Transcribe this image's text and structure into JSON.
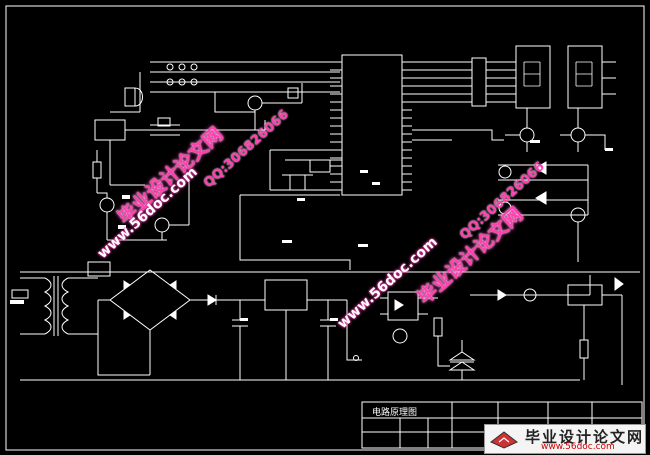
{
  "watermarks": {
    "brand_cn": "毕业设计论文网",
    "site": "www.56doc.com",
    "qq": "QQ:306826066"
  },
  "title_block": {
    "drawing_title": "电路原理图"
  },
  "logo": {
    "title": "毕业设计论文网",
    "site": "www.56doc.com"
  },
  "colors": {
    "background": "#000000",
    "wire": "#ffffff",
    "watermark": "#ff3fb0"
  }
}
